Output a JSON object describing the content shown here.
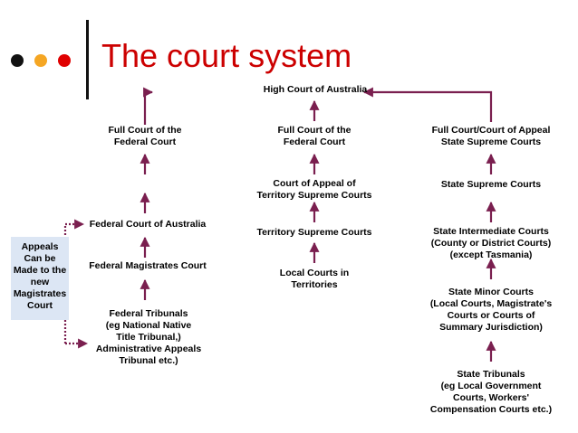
{
  "header": {
    "title": "The court system",
    "dots": [
      {
        "name": "black-dot",
        "color": "#111111"
      },
      {
        "name": "orange-dot",
        "color": "#f5a623"
      },
      {
        "name": "red-dot",
        "color": "#e00000"
      }
    ]
  },
  "colors": {
    "arrow": "#7a1f4f",
    "title": "#cc0000",
    "appeals_bg": "#dce6f4"
  },
  "top": {
    "high_court": "High Court of Australia"
  },
  "federal": {
    "full_court": "Full Court of the\nFederal Court",
    "federal_court": "Federal Court of Australia",
    "magistrates": "Federal Magistrates Court",
    "tribunals": "Federal Tribunals\n(eg National Native\nTitle Tribunal,)\nAdministrative Appeals\nTribunal etc.)"
  },
  "territory": {
    "full_court": "Full Court of the\nFederal Court",
    "appeal_court": "Court of Appeal of\nTerritory Supreme Courts",
    "supreme": "Territory Supreme Courts",
    "local": "Local Courts in\nTerritories"
  },
  "state": {
    "full_court": "Full Court/Court of Appeal\nState Supreme Courts",
    "supreme": "State Supreme Courts",
    "intermediate": "State Intermediate Courts\n(County or District Courts)\n(except Tasmania)",
    "minor": "State Minor Courts\n(Local Courts, Magistrate's\nCourts or Courts of\nSummary Jurisdiction)",
    "tribunals": "State Tribunals\n(eg Local Government\nCourts, Workers'\nCompensation Courts etc.)"
  },
  "appeals_box": "Appeals\nCan be\nMade to the\nnew\nMagistrates\nCourt"
}
